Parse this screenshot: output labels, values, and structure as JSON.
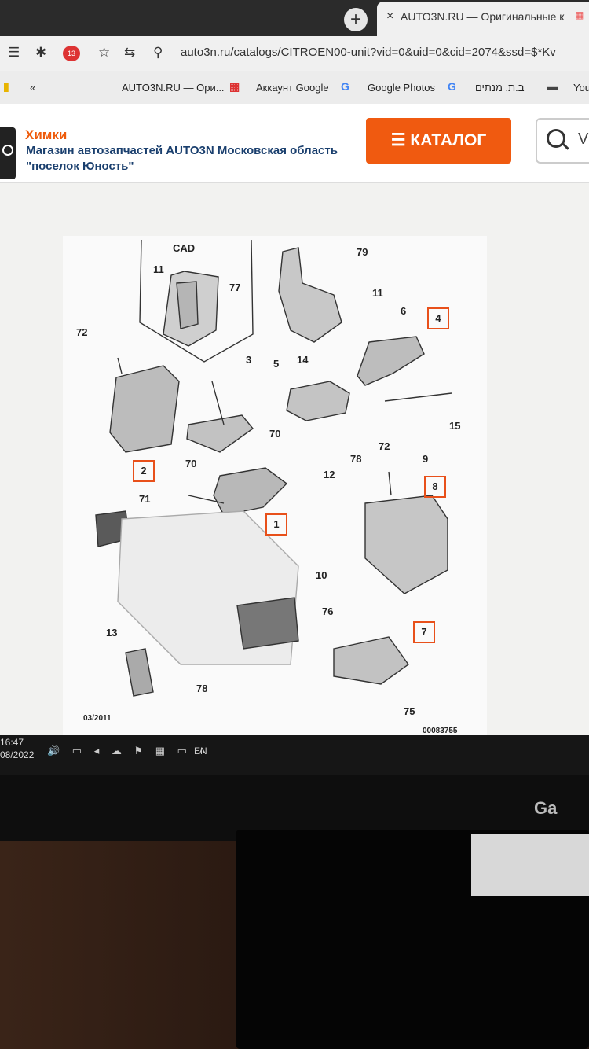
{
  "browser": {
    "new_tab_symbol": "+",
    "tab_close_symbol": "×",
    "tab_title": "AUTO3N.RU — Оригинальные к",
    "url": "auto3n.ru/catalogs/CITROEN00-unit?vid=0&uid=0&cid=2074&ssd=$*Kv",
    "notification_count": "13",
    "bookmarks": [
      {
        "label": "AUTO3N.RU — Ори..."
      },
      {
        "label": "Аккаунт Google"
      },
      {
        "label": "Google Photos"
      },
      {
        "label": "ב.ת. מנתים"
      },
      {
        "label": "You"
      }
    ],
    "bookmarks_chevron": "«"
  },
  "site": {
    "city": "Химки",
    "store_name": "Магазин автозапчастей AUTO3N Московская область \"поселок Юность\"",
    "catalog_button": "☰ КАТАЛОГ",
    "search_placeholder": "V"
  },
  "diagram": {
    "title": "CAD",
    "date": "03/2011",
    "code": "00083755",
    "plain_labels": [
      "11",
      "77",
      "79",
      "11",
      "6",
      "72",
      "3",
      "5",
      "14",
      "15",
      "70",
      "72",
      "78",
      "70",
      "9",
      "12",
      "71",
      "10",
      "76",
      "13",
      "78",
      "75"
    ],
    "boxed_labels": [
      "4",
      "2",
      "1",
      "8",
      "7"
    ]
  },
  "taskbar": {
    "time": "16:47",
    "date": "08/2022",
    "tray_icons": "🔊 ▭ ◂ ☁ ⚑ ▦ ▭ ˄",
    "lang": "EN"
  },
  "monitor": {
    "brand": "Ga"
  }
}
